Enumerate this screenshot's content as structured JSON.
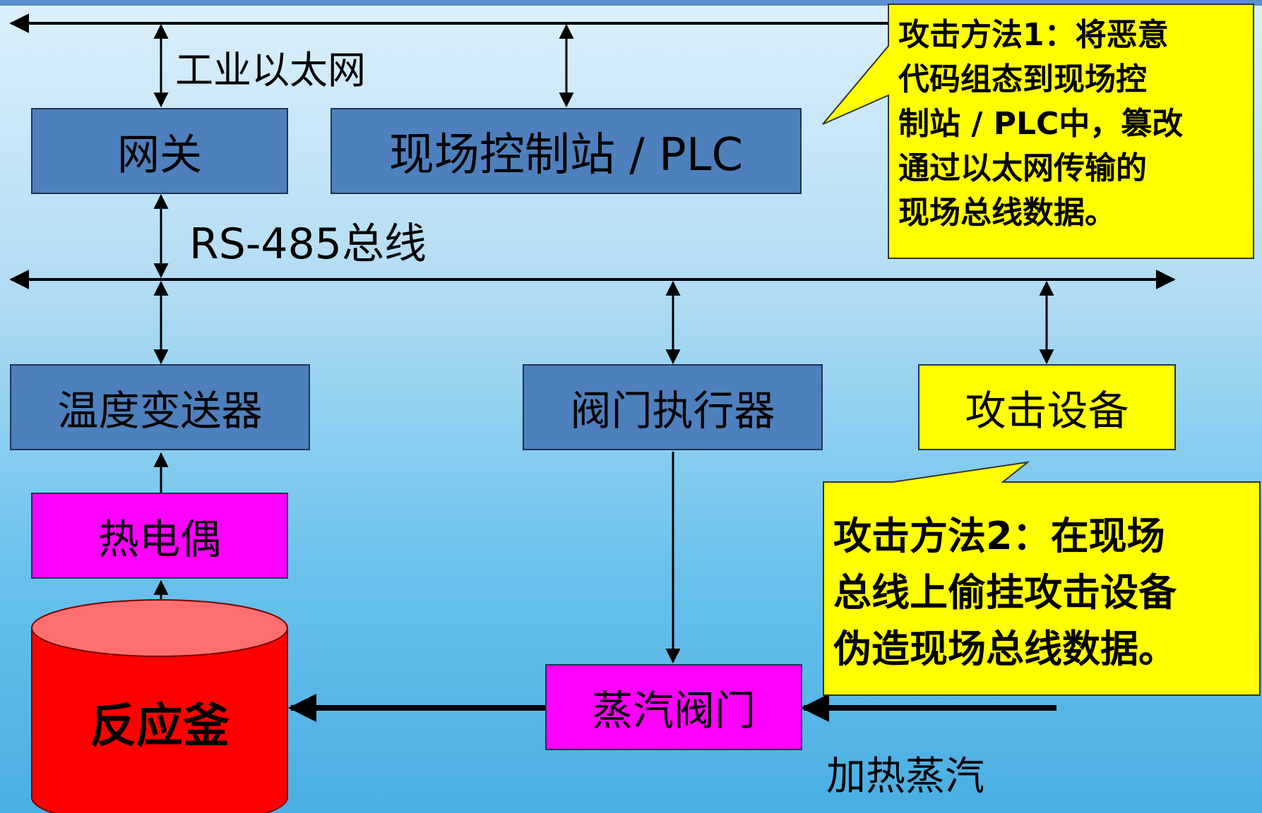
{
  "labels": {
    "ethernet": "工业以太网",
    "rs485": "RS-485总线",
    "heating_steam": "加热蒸汽"
  },
  "nodes": {
    "gateway": "网关",
    "plc": "现场控制站 / PLC",
    "temp_transmitter": "温度变送器",
    "valve_actuator": "阀门执行器",
    "attack_device": "攻击设备",
    "thermocouple": "热电偶",
    "reactor": "反应釜",
    "steam_valve": "蒸汽阀门"
  },
  "callouts": {
    "method1": "攻击方法1：将恶意\n代码组态到现场控\n制站 / PLC中，篡改\n通过以太网传输的\n现场总线数据。",
    "method2": "攻击方法2：在现场\n总线上偷挂攻击设备\n伪造现场总线数据。"
  },
  "colors": {
    "node_blue": "#4e80bd",
    "node_magenta": "#ff00ff",
    "node_yellow": "#ffff00",
    "reactor_red": "#ff0000",
    "reactor_top": "#ff6f6f",
    "line": "#000000"
  }
}
